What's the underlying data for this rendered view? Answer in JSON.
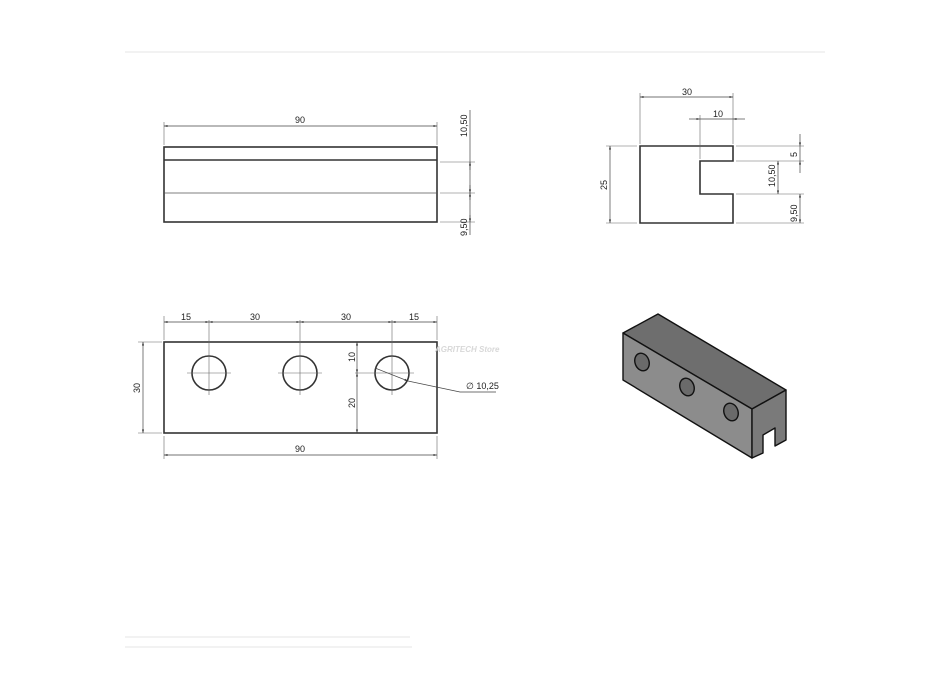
{
  "front_view": {
    "length": "90",
    "upper_height": "10,50",
    "lower_height": "9,50"
  },
  "side_view": {
    "width": "30",
    "slot_depth": "10",
    "height": "25",
    "top_offset": "5",
    "slot_height": "10,50",
    "bottom_offset": "9,50"
  },
  "top_view": {
    "offset_left": "15",
    "spacing_1": "30",
    "spacing_2": "30",
    "offset_right": "15",
    "width": "30",
    "length": "90",
    "hole_from_edge": "10",
    "hole_to_edge": "20",
    "hole_diameter": "∅ 10,25"
  },
  "watermark": "AGRITECH Store",
  "colors": {
    "iso_top": "#6e6e6e",
    "iso_front": "#8c8c8c",
    "iso_right": "#7a7a7a",
    "line": "#333333"
  }
}
